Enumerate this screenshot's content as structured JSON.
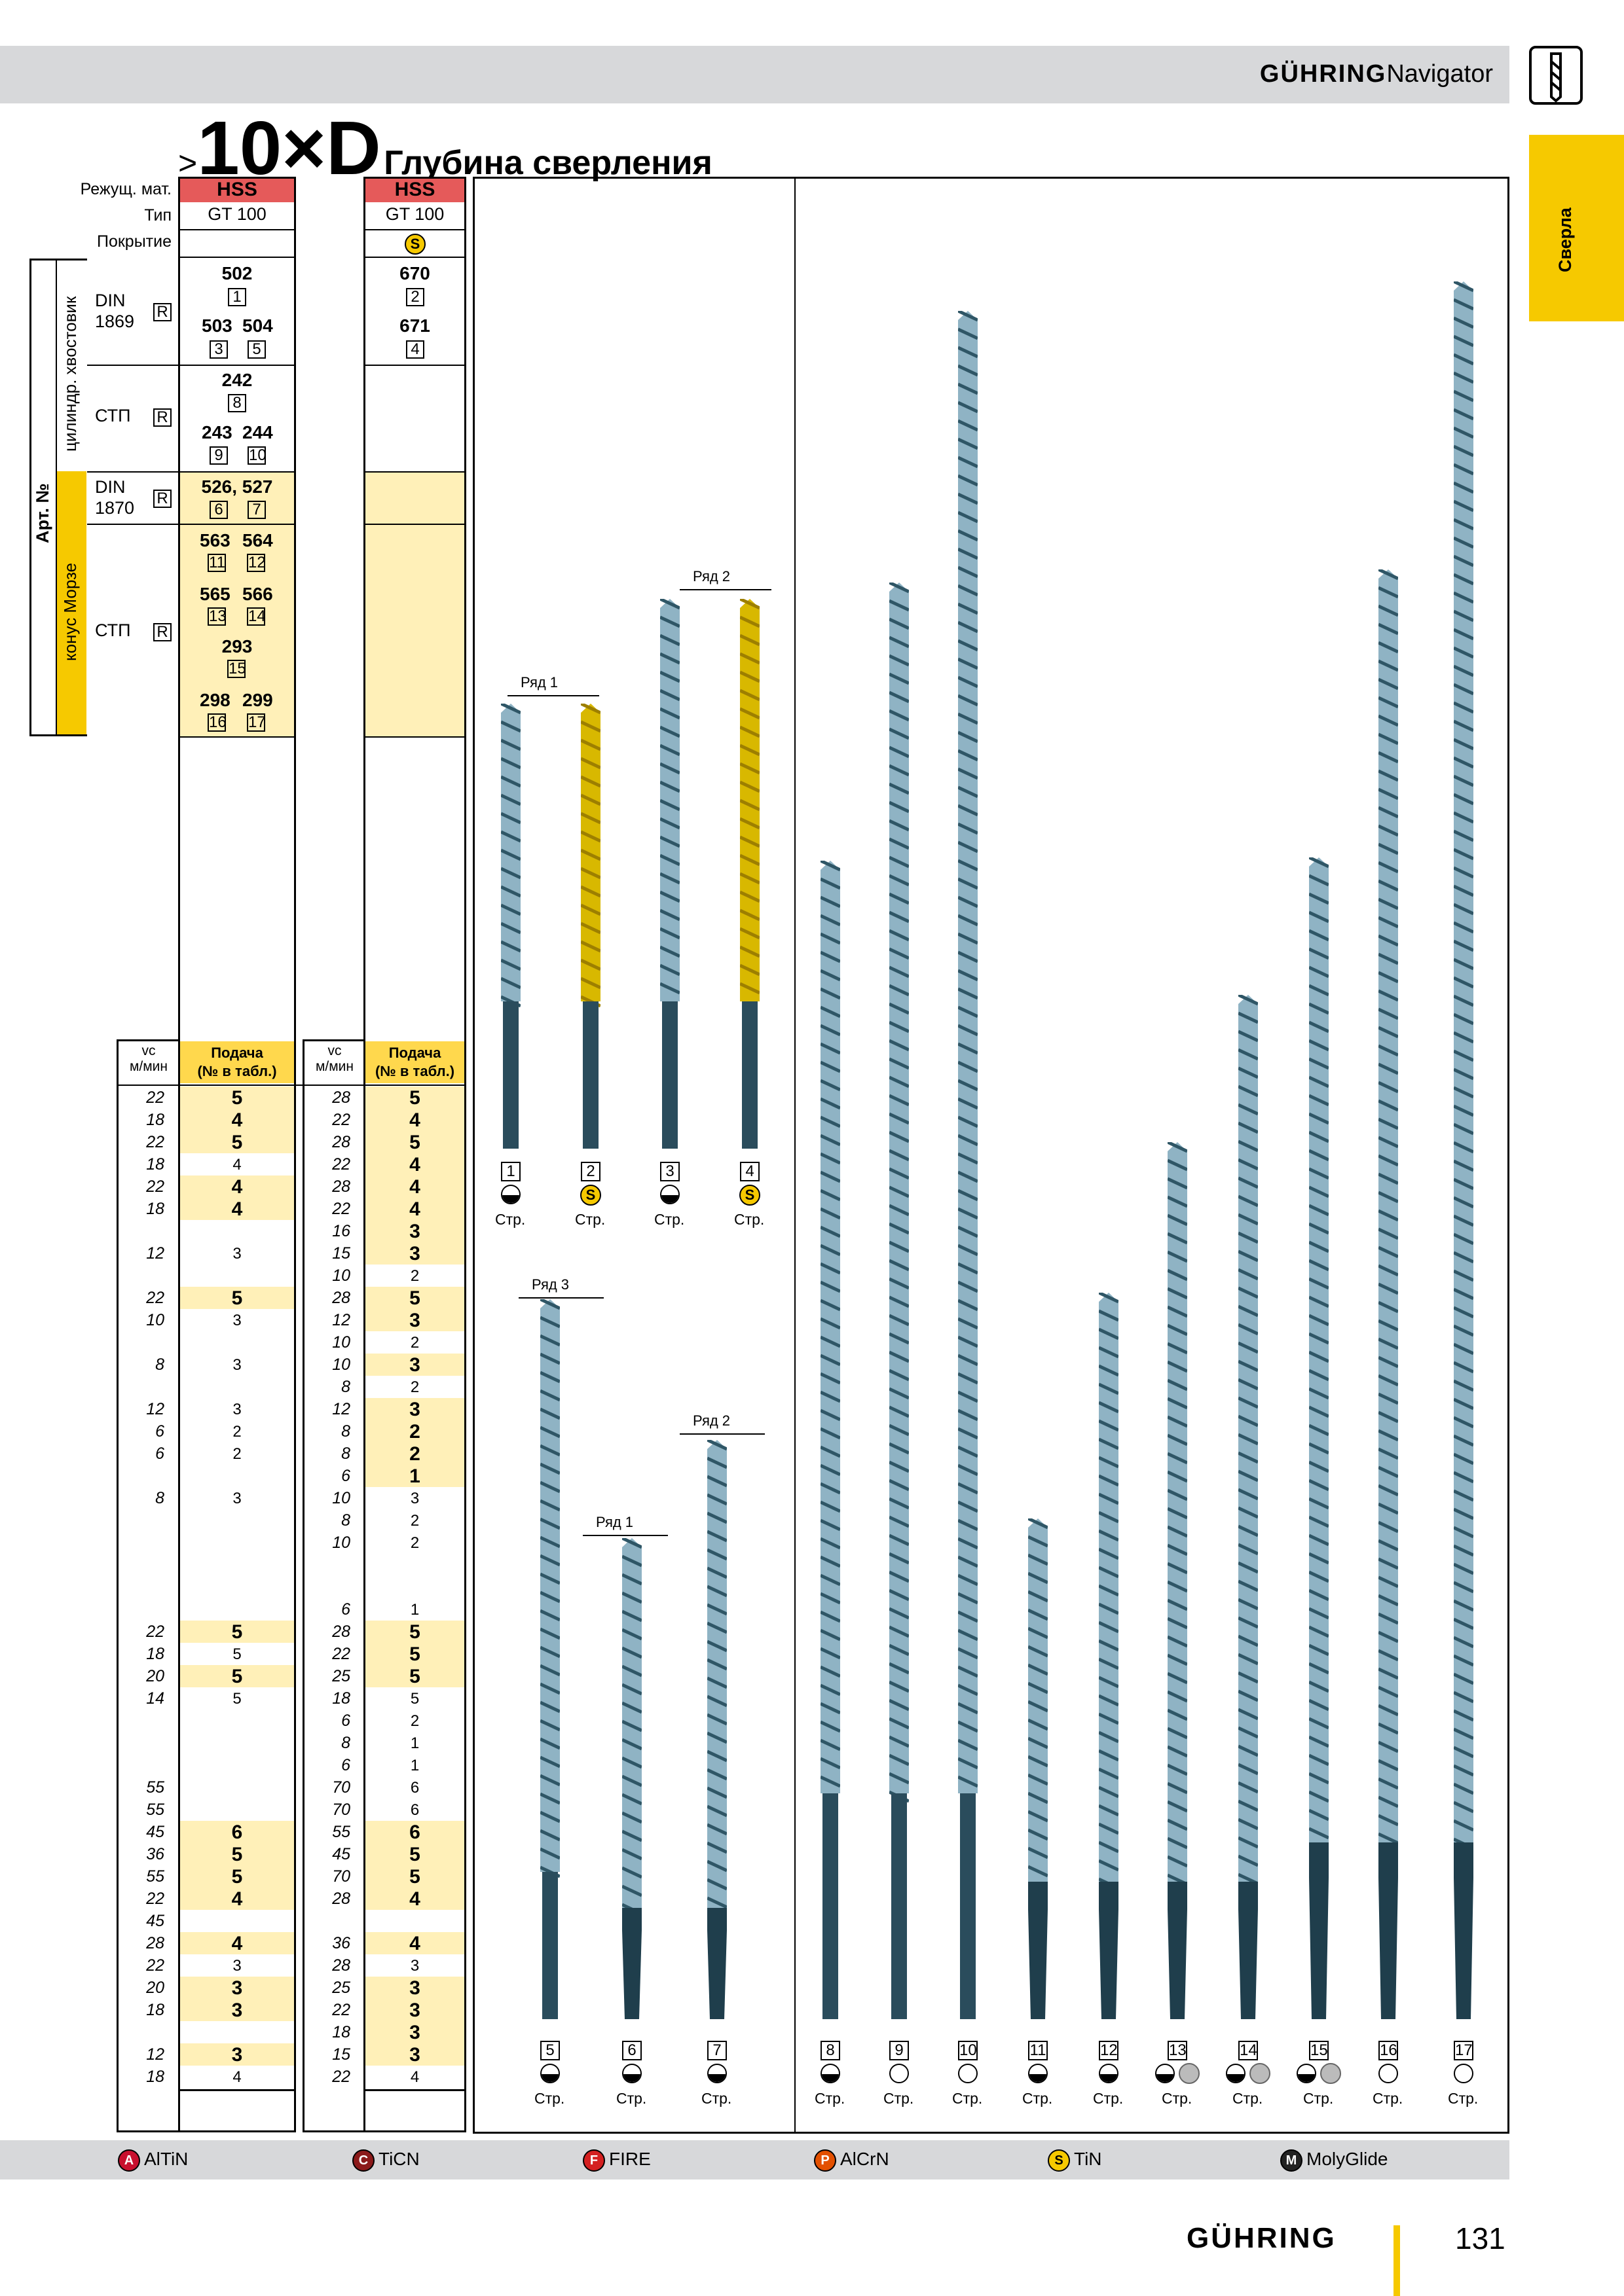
{
  "header": {
    "brand": "GÜHRING",
    "product": "Navigator",
    "side_tab": "Сверла"
  },
  "heading": {
    "prefix": ">",
    "ratio": "10×D",
    "title": "Глубина сверления"
  },
  "spec_labels": {
    "material": "Режущ. мат.",
    "type": "Тип",
    "coating": "Покрытие"
  },
  "columns": [
    {
      "material": "HSS",
      "type": "GT 100",
      "coating": ""
    },
    {
      "material": "HSS",
      "type": "GT 100",
      "coating": "S"
    }
  ],
  "row_labels": {
    "art": "Арт. №",
    "cyl": "цилиндр. хвостовик",
    "morse": "конус Морзе",
    "din1869": "DIN\n1869",
    "stp": "СТП",
    "din1870": "DIN\n1870",
    "r": "R"
  },
  "articles": {
    "col1_din1869": [
      {
        "a": "502",
        "n": "1"
      },
      {
        "a": "503",
        "n": "3"
      },
      {
        "a": "504",
        "n": "5"
      }
    ],
    "col1_stp": [
      {
        "a": "242",
        "n": "8"
      },
      {
        "a": "243",
        "n": "9"
      },
      {
        "a": "244",
        "n": "10"
      }
    ],
    "col1_din1870": {
      "a": "526, 527",
      "n1": "6",
      "n2": "7"
    },
    "col1_morse": [
      {
        "a": "563",
        "n": "11"
      },
      {
        "a": "564",
        "n": "12"
      },
      {
        "a": "565",
        "n": "13"
      },
      {
        "a": "566",
        "n": "14"
      },
      {
        "a": "293",
        "n": "15"
      },
      {
        "a": "298",
        "n": "16"
      },
      {
        "a": "299",
        "n": "17"
      }
    ],
    "col2_din1869": [
      {
        "a": "670",
        "n": "2"
      },
      {
        "a": "671",
        "n": "4"
      }
    ]
  },
  "table_headers": {
    "vc": "vc",
    "vc_unit": "м/мин",
    "feed": "Подача",
    "feed_sub": "(№ в табл.)"
  },
  "table_rows": [
    {
      "v1": "22",
      "f1": "5",
      "v2": "28",
      "f2": "5",
      "b1": true,
      "b2": true
    },
    {
      "v1": "18",
      "f1": "4",
      "v2": "22",
      "f2": "4",
      "b1": true,
      "b2": true
    },
    {
      "v1": "22",
      "f1": "5",
      "v2": "28",
      "f2": "5",
      "b1": true,
      "b2": true
    },
    {
      "v1": "18",
      "f1": "4",
      "v2": "22",
      "f2": "4",
      "b1": false,
      "b2": true
    },
    {
      "v1": "22",
      "f1": "4",
      "v2": "28",
      "f2": "4",
      "b1": true,
      "b2": true
    },
    {
      "v1": "18",
      "f1": "4",
      "v2": "22",
      "f2": "4",
      "b1": true,
      "b2": true
    },
    {
      "v1": "",
      "f1": "",
      "v2": "16",
      "f2": "3",
      "b1": true,
      "b2": true
    },
    {
      "v1": "12",
      "f1": "3",
      "v2": "15",
      "f2": "3",
      "b1": false,
      "b2": true
    },
    {
      "v1": "",
      "f1": "",
      "v2": "10",
      "f2": "2",
      "b1": false,
      "b2": false
    },
    {
      "v1": "22",
      "f1": "5",
      "v2": "28",
      "f2": "5",
      "b1": true,
      "b2": true
    },
    {
      "v1": "10",
      "f1": "3",
      "v2": "12",
      "f2": "3",
      "b1": false,
      "b2": true
    },
    {
      "v1": "",
      "f1": "",
      "v2": "10",
      "f2": "2",
      "b1": false,
      "b2": false
    },
    {
      "v1": "8",
      "f1": "3",
      "v2": "10",
      "f2": "3",
      "b1": false,
      "b2": true
    },
    {
      "v1": "",
      "f1": "",
      "v2": "8",
      "f2": "2",
      "b1": false,
      "b2": false
    },
    {
      "v1": "12",
      "f1": "3",
      "v2": "12",
      "f2": "3",
      "b1": false,
      "b2": true
    },
    {
      "v1": "6",
      "f1": "2",
      "v2": "8",
      "f2": "2",
      "b1": false,
      "b2": true
    },
    {
      "v1": "6",
      "f1": "2",
      "v2": "8",
      "f2": "2",
      "b1": false,
      "b2": true
    },
    {
      "v1": "",
      "f1": "",
      "v2": "6",
      "f2": "1",
      "b1": false,
      "b2": true
    },
    {
      "v1": "8",
      "f1": "3",
      "v2": "10",
      "f2": "3",
      "b1": false,
      "b2": false
    },
    {
      "v1": "",
      "f1": "",
      "v2": "8",
      "f2": "2",
      "b1": false,
      "b2": false
    },
    {
      "v1": "",
      "f1": "",
      "v2": "10",
      "f2": "2",
      "b1": false,
      "b2": false
    },
    {
      "v1": "",
      "f1": "",
      "v2": "",
      "f2": "",
      "b1": false,
      "b2": false
    },
    {
      "v1": "",
      "f1": "",
      "v2": "",
      "f2": "",
      "b1": false,
      "b2": false
    },
    {
      "v1": "",
      "f1": "",
      "v2": "6",
      "f2": "1",
      "b1": false,
      "b2": false
    },
    {
      "v1": "22",
      "f1": "5",
      "v2": "28",
      "f2": "5",
      "b1": true,
      "b2": true
    },
    {
      "v1": "18",
      "f1": "5",
      "v2": "22",
      "f2": "5",
      "b1": false,
      "b2": true
    },
    {
      "v1": "20",
      "f1": "5",
      "v2": "25",
      "f2": "5",
      "b1": true,
      "b2": true
    },
    {
      "v1": "14",
      "f1": "5",
      "v2": "18",
      "f2": "5",
      "b1": false,
      "b2": false
    },
    {
      "v1": "",
      "f1": "",
      "v2": "6",
      "f2": "2",
      "b1": false,
      "b2": false
    },
    {
      "v1": "",
      "f1": "",
      "v2": "8",
      "f2": "1",
      "b1": false,
      "b2": false
    },
    {
      "v1": "",
      "f1": "",
      "v2": "6",
      "f2": "1",
      "b1": false,
      "b2": false
    },
    {
      "v1": "55",
      "f1": "",
      "v2": "70",
      "f2": "6",
      "b1": false,
      "b2": false
    },
    {
      "v1": "55",
      "f1": "",
      "v2": "70",
      "f2": "6",
      "b1": false,
      "b2": false
    },
    {
      "v1": "45",
      "f1": "6",
      "v2": "55",
      "f2": "6",
      "b1": true,
      "b2": true
    },
    {
      "v1": "36",
      "f1": "5",
      "v2": "45",
      "f2": "5",
      "b1": true,
      "b2": true
    },
    {
      "v1": "55",
      "f1": "5",
      "v2": "70",
      "f2": "5",
      "b1": true,
      "b2": true
    },
    {
      "v1": "22",
      "f1": "4",
      "v2": "28",
      "f2": "4",
      "b1": true,
      "b2": true
    },
    {
      "v1": "45",
      "f1": "",
      "v2": "",
      "f2": "",
      "b1": false,
      "b2": false
    },
    {
      "v1": "28",
      "f1": "4",
      "v2": "36",
      "f2": "4",
      "b1": true,
      "b2": true
    },
    {
      "v1": "22",
      "f1": "3",
      "v2": "28",
      "f2": "3",
      "b1": false,
      "b2": false
    },
    {
      "v1": "20",
      "f1": "3",
      "v2": "25",
      "f2": "3",
      "b1": true,
      "b2": true
    },
    {
      "v1": "18",
      "f1": "3",
      "v2": "22",
      "f2": "3",
      "b1": true,
      "b2": true
    },
    {
      "v1": "",
      "f1": "",
      "v2": "18",
      "f2": "3",
      "b1": false,
      "b2": true
    },
    {
      "v1": "12",
      "f1": "3",
      "v2": "15",
      "f2": "3",
      "b1": true,
      "b2": true
    },
    {
      "v1": "18",
      "f1": "4",
      "v2": "22",
      "f2": "4",
      "b1": false,
      "b2": false
    }
  ],
  "drill_groups": {
    "row1": "Ряд 1",
    "row2": "Ряд 2",
    "row3": "Ряд 3"
  },
  "drill_labels": {
    "page": "Стр.",
    "s_coating": "S"
  },
  "drills": [
    "1",
    "2",
    "3",
    "4",
    "5",
    "6",
    "7",
    "8",
    "9",
    "10",
    "11",
    "12",
    "13",
    "14",
    "15",
    "16",
    "17"
  ],
  "legend": [
    {
      "code": "A",
      "label": "AlTiN",
      "color": "#c8102e"
    },
    {
      "code": "C",
      "label": "TiCN",
      "color": "#8b1a1a"
    },
    {
      "code": "F",
      "label": "FIRE",
      "color": "#d42020"
    },
    {
      "code": "P",
      "label": "AlCrN",
      "color": "#e35000"
    },
    {
      "code": "S",
      "label": "TiN",
      "color": "#f6c900"
    },
    {
      "code": "M",
      "label": "MolyGlide",
      "color": "#222222"
    }
  ],
  "footer": {
    "brand": "GÜHRING",
    "page": "131"
  }
}
